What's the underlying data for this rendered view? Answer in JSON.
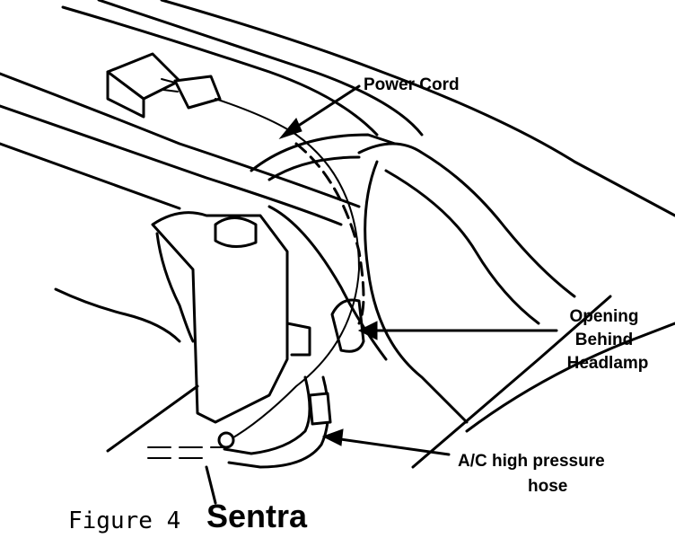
{
  "labels": {
    "power_cord": "Power Cord",
    "opening_line1": "Opening",
    "opening_line2": "Behind",
    "opening_line3": "Headlamp",
    "ac_line1": "A/C  high pressure",
    "ac_line2": "hose"
  },
  "caption": {
    "figure": "Figure 4",
    "model": "Sentra"
  }
}
